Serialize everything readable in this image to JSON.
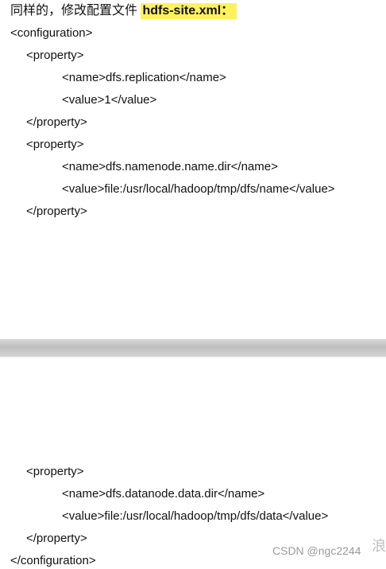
{
  "header": {
    "text": "同样的，修改配置文件 ",
    "file_name": "hdfs-site.xml："
  },
  "xml_top": [
    "<configuration>",
    "<property>",
    "<name>dfs.replication</name>",
    "<value>1</value>",
    "</property>",
    "<property>",
    "<name>dfs.namenode.name.dir</name>",
    "<value>file:/usr/local/hadoop/tmp/dfs/name</value>",
    "</property>"
  ],
  "xml_bottom": [
    "<property>",
    "<name>dfs.datanode.data.dir</name>",
    "<value>file:/usr/local/hadoop/tmp/dfs/data</value>",
    "</property>",
    "</configuration>"
  ],
  "watermark": {
    "text": "CSDN @ngc2244",
    "cut_glyph": "浪"
  },
  "colors": {
    "highlight": "#fff25a",
    "page_gap": "#c8c8c8"
  }
}
